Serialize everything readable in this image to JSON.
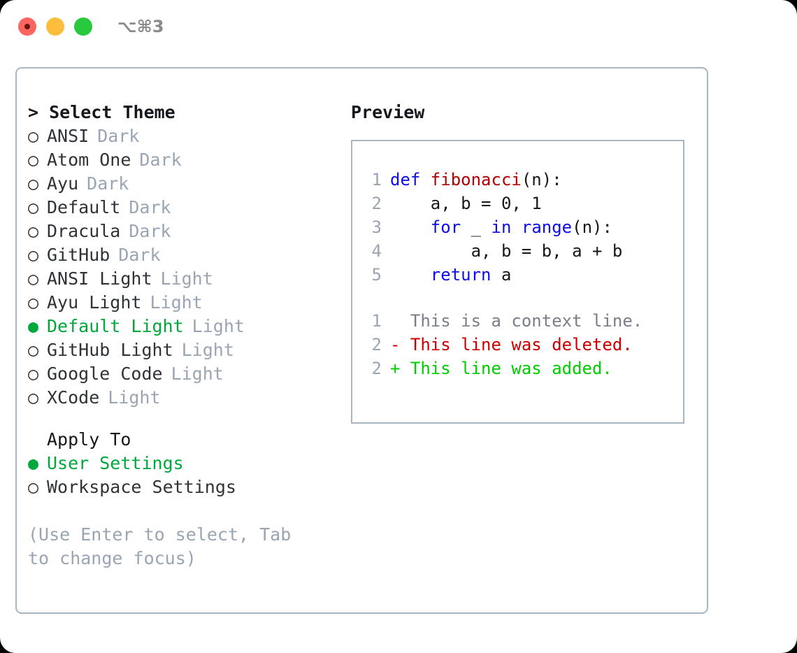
{
  "window": {
    "shortcut": "⌥⌘3",
    "traffic_lights": [
      {
        "name": "close",
        "color": "#fb6560"
      },
      {
        "name": "minimize",
        "color": "#fdbe3d"
      },
      {
        "name": "maximize",
        "color": "#28c93f"
      }
    ]
  },
  "theme_picker": {
    "header": "> Select Theme",
    "selected_bullet": "●",
    "unselected_bullet": "○",
    "items": [
      {
        "bullet": "○",
        "label": "ANSI",
        "tag": "Dark",
        "selected": false
      },
      {
        "bullet": "○",
        "label": "Atom One",
        "tag": "Dark",
        "selected": false
      },
      {
        "bullet": "○",
        "label": "Ayu",
        "tag": "Dark",
        "selected": false
      },
      {
        "bullet": "○",
        "label": "Default",
        "tag": "Dark",
        "selected": false
      },
      {
        "bullet": "○",
        "label": "Dracula",
        "tag": "Dark",
        "selected": false
      },
      {
        "bullet": "○",
        "label": "GitHub",
        "tag": "Dark",
        "selected": false
      },
      {
        "bullet": "○",
        "label": "ANSI Light",
        "tag": "Light",
        "selected": false
      },
      {
        "bullet": "○",
        "label": "Ayu Light",
        "tag": "Light",
        "selected": false
      },
      {
        "bullet": "●",
        "label": "Default Light",
        "tag": "Light",
        "selected": true
      },
      {
        "bullet": "○",
        "label": "GitHub Light",
        "tag": "Light",
        "selected": false
      },
      {
        "bullet": "○",
        "label": "Google Code",
        "tag": "Light",
        "selected": false
      },
      {
        "bullet": "○",
        "label": "XCode",
        "tag": "Light",
        "selected": false
      }
    ]
  },
  "apply_to": {
    "header": "Apply To",
    "items": [
      {
        "bullet": "●",
        "label": "User Settings",
        "selected": true
      },
      {
        "bullet": "○",
        "label": "Workspace Settings",
        "selected": false
      }
    ]
  },
  "hint": "(Use Enter to select, Tab to change focus)",
  "preview": {
    "title": "Preview",
    "code_lines": [
      {
        "no": "1",
        "segments": [
          {
            "text": "def ",
            "kind": "kw"
          },
          {
            "text": "fibonacci",
            "kind": "fn"
          },
          {
            "text": "(n):",
            "kind": "plain"
          }
        ]
      },
      {
        "no": "2",
        "segments": [
          {
            "text": "    a, b = 0, 1",
            "kind": "plain"
          }
        ]
      },
      {
        "no": "3",
        "segments": [
          {
            "text": "    ",
            "kind": "plain"
          },
          {
            "text": "for",
            "kind": "kw"
          },
          {
            "text": " _ ",
            "kind": "plain"
          },
          {
            "text": "in",
            "kind": "kw"
          },
          {
            "text": " ",
            "kind": "plain"
          },
          {
            "text": "range",
            "kind": "kw"
          },
          {
            "text": "(n):",
            "kind": "plain"
          }
        ]
      },
      {
        "no": "4",
        "segments": [
          {
            "text": "        a, b = b, a + b",
            "kind": "plain"
          }
        ]
      },
      {
        "no": "5",
        "segments": [
          {
            "text": "    ",
            "kind": "plain"
          },
          {
            "text": "return",
            "kind": "kw"
          },
          {
            "text": " a",
            "kind": "plain"
          }
        ]
      }
    ],
    "diff_lines": [
      {
        "no": "1",
        "marker": " ",
        "text": "  This is a context line.",
        "kind": "ctx"
      },
      {
        "no": "2",
        "marker": "-",
        "text": "- This line was deleted.",
        "kind": "del"
      },
      {
        "no": "2",
        "marker": "+",
        "text": "+ This line was added.",
        "kind": "add"
      }
    ]
  },
  "colors": {
    "accent_green": "#00a83c",
    "muted": "#9aa5b4",
    "border": "#aab4c2",
    "keyword": "#0d0dea",
    "function": "#b30000",
    "diff_add": "#00cc00",
    "diff_del": "#cc0000",
    "diff_ctx": "#7a7f87"
  }
}
